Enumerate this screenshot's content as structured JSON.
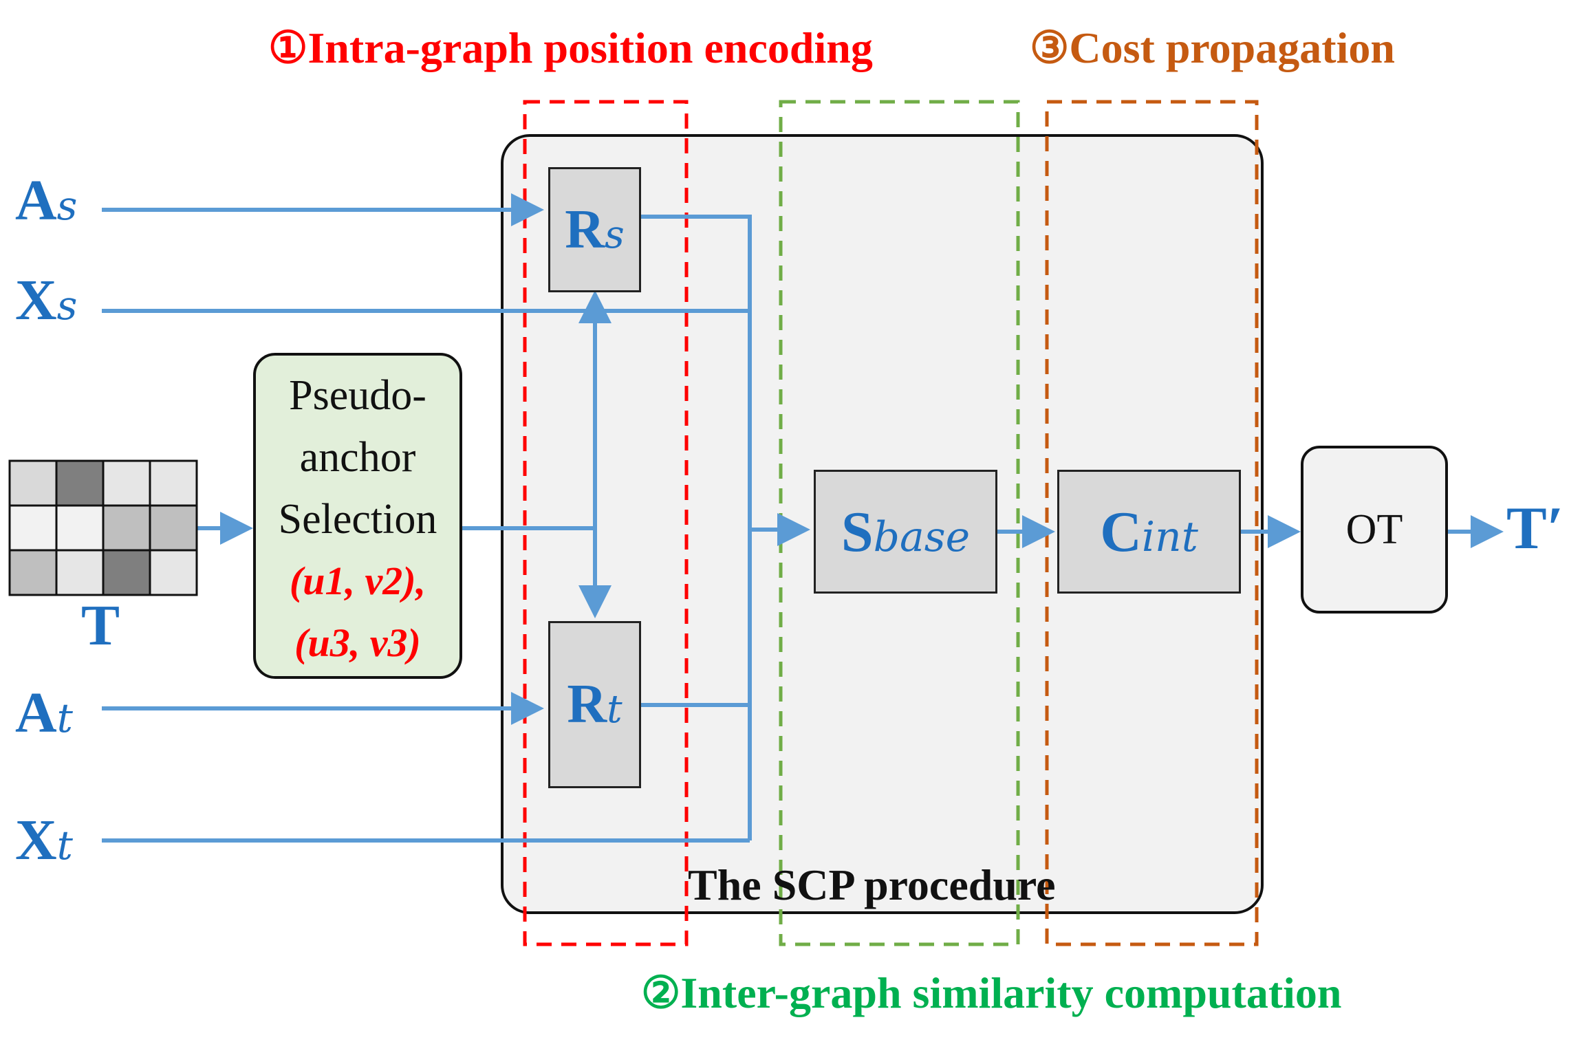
{
  "stages": {
    "intra_label": "①Intra-graph position encoding",
    "cost_label": "③Cost propagation",
    "inter_label": "②Inter-graph similarity computation",
    "intra_color": "#ff0000",
    "cost_color": "#c55a11",
    "inter_color": "#00b050"
  },
  "inputs": {
    "a_s": {
      "main": "A",
      "sub": "s"
    },
    "x_s": {
      "main": "X",
      "sub": "s"
    },
    "a_t": {
      "main": "A",
      "sub": "t"
    },
    "x_t": {
      "main": "X",
      "sub": "t"
    },
    "t_label": "T"
  },
  "matrix": {
    "rows": 3,
    "cols": 4,
    "shades": [
      "#d9d9d9",
      "#7f7f7f",
      "#e6e6e6",
      "#e6e6e6",
      "#f2f2f2",
      "#f2f2f2",
      "#bfbfbf",
      "#bfbfbf",
      "#bfbfbf",
      "#e6e6e6",
      "#7f7f7f",
      "#e6e6e6"
    ]
  },
  "pseudo_anchor": {
    "line1": "Pseudo-",
    "line2": "anchor",
    "line3": "Selection",
    "pair1": "(u1, v2),",
    "pair2": "(u3, v3)",
    "fill": "#e2efda",
    "pair_color": "#ff0000"
  },
  "nodes": {
    "r_s": {
      "main": "R",
      "sub": "s"
    },
    "r_t": {
      "main": "R",
      "sub": "t"
    },
    "s_base": {
      "main": "S",
      "sub": "base"
    },
    "c_int": {
      "main": "C",
      "sub": "int"
    },
    "ot": "OT",
    "output": "T′"
  },
  "procedure_label": "The SCP procedure",
  "colors": {
    "arrow": "#5b9bd5",
    "text_blue": "#1f6fbf"
  }
}
